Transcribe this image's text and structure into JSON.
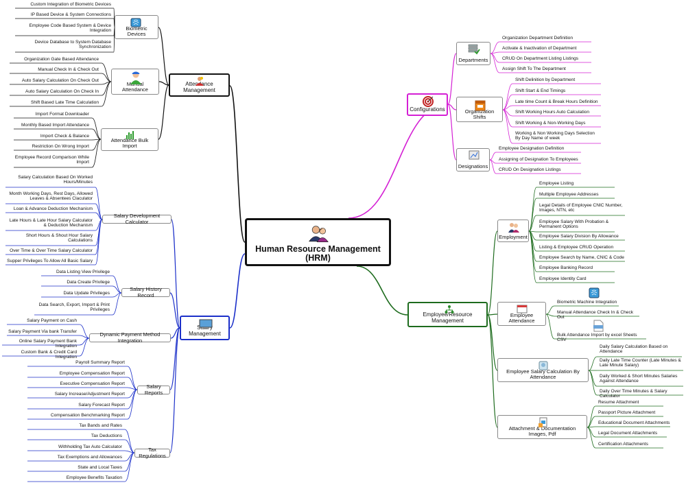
{
  "center": {
    "title": "Human Resource Management (HRM)",
    "icon": "people-icon"
  },
  "colors": {
    "left_top": "#111111",
    "salary": "#1b2fc9",
    "config": "#d41fd4",
    "employee": "#1d6b1d"
  },
  "attendance": {
    "label": "Attendance Management",
    "biometric": {
      "label": "Biometric Devices",
      "items": [
        "Custom Integration of Biometric Devices",
        "IP Based Device & System Connections",
        "Employee Code Based System & Device Integration",
        "Device Database to System Database Synchronization"
      ]
    },
    "manual": {
      "label": "Manual Attendance",
      "items": [
        "Organization Gate Based Attendance",
        "Manual Check In & Check Out",
        "Auto Salary Calculation On Check Out",
        "Auto Salary Calculation On Check In",
        "Shift Based Late Time Calculation"
      ]
    },
    "bulk": {
      "label": "Attendance Bulk Import",
      "items": [
        "Import Format Downloader",
        "Monthly Based Import Attendance",
        "Import Check & Balance",
        "Restriction On Wrong Import",
        "Employee Record Comparison While Import"
      ]
    }
  },
  "salary": {
    "label": "Salary Management",
    "calculator": {
      "label": "Salary Development Calculator",
      "items": [
        "Salary Calculation Based On Worked Hours/Minutes",
        "Month Working Days, Rest Days, Allowed Leaves & Absentees Claculator",
        "Loan & Advance Deduction Mechanism",
        "Late Hours & Late Hour Salary Calculator & Deduction Mechanism",
        "Short Hours & Shout Hour Salary Calculations",
        "Over Time & Over Time Salary Calculator",
        "Supper Privileges To Allow All Basic Salary"
      ]
    },
    "history": {
      "label": "Salary History Record",
      "items": [
        "Data Listing View Privilege",
        "Data Create Privilege",
        "Data Update Privileges",
        "Data Search, Export, Import & Print Privileges"
      ]
    },
    "payment": {
      "label": "Dynamic Payment Method Integration",
      "items": [
        "Salary Payment on Cash",
        "Salary Payment Via bank Transfer",
        "Online Salary Payment Bank Integration",
        "Custom Bank & Credit Card Integration"
      ]
    },
    "reports": {
      "label": "Salary Reports",
      "items": [
        "Payroll Summary Report",
        "Employee Compensation Report",
        "Executive Compensation Report",
        "Salary Increase/Adjustment Report",
        "Salary Forecast Report",
        "Compensation Benchmarking Report"
      ]
    },
    "tax": {
      "label": "Tax Regulations",
      "items": [
        "Tax Bands and Rates",
        "Tax Deductions",
        "Withholding Tax Auto Calculator",
        "Tax Exemptions and Allowances",
        "State and Local Taxes",
        "Employee Benefits Taxation"
      ]
    }
  },
  "config": {
    "label": "Configurations",
    "departments": {
      "label": "Departments",
      "items": [
        "Organization Department Definition",
        "Activate & Inactivation of Department",
        "CRUD On Department Listing Listings",
        "Assign Shift To The Department"
      ]
    },
    "shifts": {
      "label": "Organization Shifts",
      "items": [
        "Shift Delinition by Department",
        "Shift Start & End Timings",
        "Late time Count & Break Hours Definition",
        "Shift Working Hours Auto Calculation",
        "Shift Working & Non-Working Days",
        "Working & Non Working Days Selection By Day Name of week"
      ]
    },
    "designations": {
      "label": "Designations",
      "items": [
        "Employee Designation Definition",
        "Assigning of Designation To Employees",
        "CRUD On Designation Listings"
      ]
    }
  },
  "employee": {
    "label": "Employee/Resource Management",
    "employment": {
      "label": "Employment",
      "items": [
        "Employee Listing",
        "Multiple Employee Addresses",
        "Legal Details of Employee CNIC Number, Images, NTN, etc",
        "Employee Salary With Probation & Permanent Options",
        "Employee Salary Division By Allowance",
        "Listing & Employee CRUD Operation",
        "Employee Search by Name, CNIC & Code",
        "Employee Banking Record",
        "Employee Identity Card"
      ]
    },
    "attendance": {
      "label": "Employee Attendance",
      "items": [
        "Biometric Machine Integration",
        "Manual Attendance Check In & Check Out",
        "Bulk Attendance Import by excel Sheets CSV"
      ]
    },
    "salcalc": {
      "label": "Employee Salary Calculation By Attendance",
      "items": [
        "Daily Salary Calculation Based on Attendance",
        "Daily Late Time Counter (Late Minutes & Late Minute Salary)",
        "Daily Worked & Short Minutes Salaries Against Attendance",
        "Daily Over Time Minutes & Salary Calculator"
      ]
    },
    "attachments": {
      "label": "Attachment & Documentation Images, Pdf",
      "items": [
        "Resume Attachment",
        "Passport Picture Attachment",
        "Educational Document Attachments",
        "Legal Document Attachments",
        "Certification Attachments"
      ]
    }
  }
}
